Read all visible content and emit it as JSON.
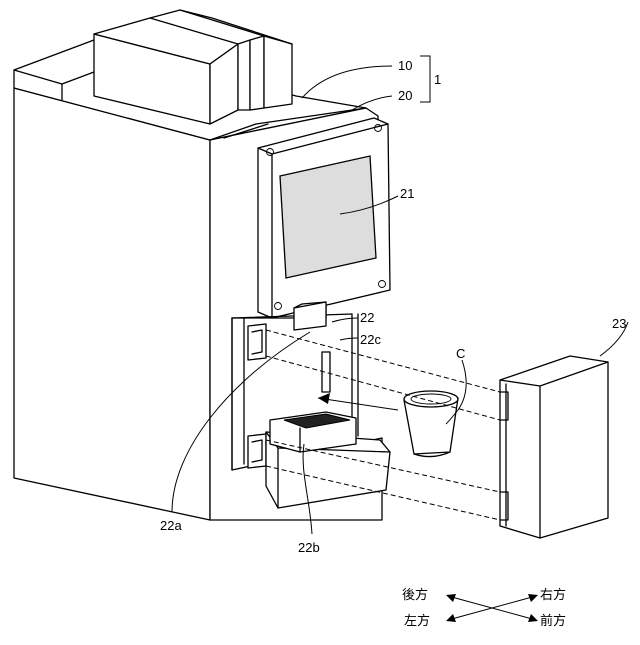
{
  "labels": {
    "l10": "10",
    "l20": "20",
    "l1": "1",
    "l21": "21",
    "l22": "22",
    "l22c": "22c",
    "lC": "C",
    "l23": "23",
    "l22a": "22a",
    "l22b": "22b"
  },
  "directions": {
    "rear": "後方",
    "right": "右方",
    "left": "左方",
    "front": "前方"
  }
}
